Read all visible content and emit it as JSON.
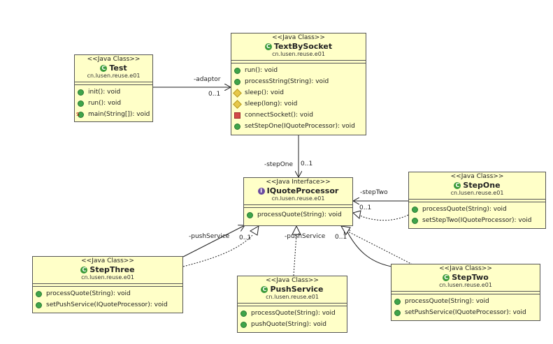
{
  "classes": {
    "test": {
      "stereotype": "<<Java Class>>",
      "name": "Test",
      "package": "cn.lusen.reuse.e01",
      "operations": [
        "init(): void",
        "run(): void",
        "main(String[]): void"
      ]
    },
    "textbysocket": {
      "stereotype": "<<Java Class>>",
      "name": "TextBySocket",
      "package": "cn.lusen.reuse.e01",
      "operations": [
        "run(): void",
        "processString(String): void",
        "sleep(): void",
        "sleep(long): void",
        "connectSocket(): void",
        "setStepOne(IQuoteProcessor): void"
      ]
    },
    "iquoteprocessor": {
      "stereotype": "<<Java Interface>>",
      "name": "IQuoteProcessor",
      "package": "cn.lusen.reuse.e01",
      "operations": [
        "processQuote(String): void"
      ]
    },
    "stepone": {
      "stereotype": "<<Java Class>>",
      "name": "StepOne",
      "package": "cn.lusen.reuse.e01",
      "operations": [
        "processQuote(String): void",
        "setStepTwo(IQuoteProcessor): void"
      ]
    },
    "stepthree": {
      "stereotype": "<<Java Class>>",
      "name": "StepThree",
      "package": "cn.lusen.reuse.e01",
      "operations": [
        "processQuote(String): void",
        "setPushService(IQuoteProcessor): void"
      ]
    },
    "pushservice": {
      "stereotype": "<<Java Class>>",
      "name": "PushService",
      "package": "cn.lusen.reuse.e01",
      "operations": [
        "processQuote(String): void",
        "pushQuote(String): void"
      ]
    },
    "steptwo": {
      "stereotype": "<<Java Class>>",
      "name": "StepTwo",
      "package": "cn.lusen.reuse.e01",
      "operations": [
        "processQuote(String): void",
        "setPushService(IQuoteProcessor): void"
      ]
    }
  },
  "labels": {
    "adaptor": "-adaptor",
    "adaptor_mult": "0..1",
    "stepone": "-stepOne",
    "stepone_mult": "0..1",
    "steptwo": "-stepTwo",
    "steptwo_mult": "0..1",
    "push1": "-pushService",
    "push1_mult": "0..1",
    "push2": "-pushService",
    "push2_mult": "0..1"
  },
  "colors": {
    "class_fill": "#ffffc8",
    "border": "#555555"
  }
}
